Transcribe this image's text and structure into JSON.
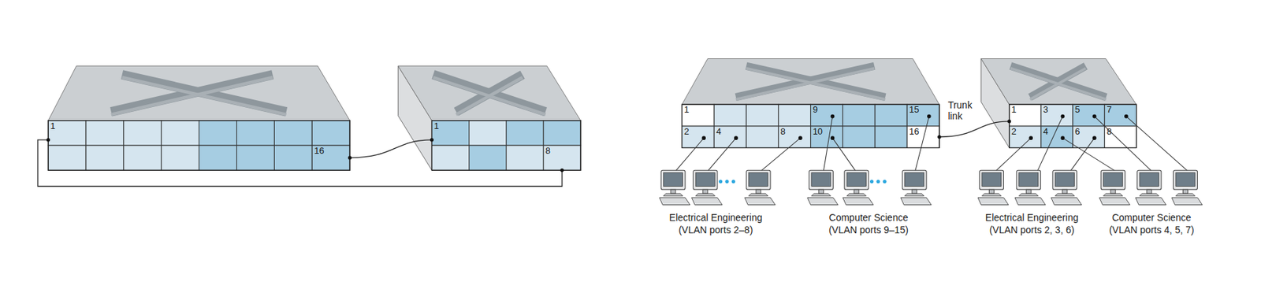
{
  "diagram": {
    "nodes": [
      {
        "text": [
          "1"
        ]
      },
      {
        "text": [
          "16"
        ]
      },
      {
        "text": [
          "1"
        ]
      },
      {
        "text": [
          "8"
        ]
      },
      {
        "text": [
          "1"
        ]
      },
      {
        "text": [
          "9"
        ]
      },
      {
        "text": [
          "15"
        ]
      },
      {
        "text": [
          "2"
        ]
      },
      {
        "text": [
          "4"
        ]
      },
      {
        "text": [
          "8"
        ]
      },
      {
        "text": [
          "10"
        ]
      },
      {
        "text": [
          "16"
        ]
      },
      {
        "text": [
          "1"
        ]
      },
      {
        "text": [
          "3"
        ]
      },
      {
        "text": [
          "5"
        ]
      },
      {
        "text": [
          "7"
        ]
      },
      {
        "text": [
          "2"
        ]
      },
      {
        "text": [
          "4"
        ]
      },
      {
        "text": [
          "6"
        ]
      },
      {
        "text": [
          "8"
        ]
      }
    ],
    "edges": [
      {
        "from": 0,
        "to": 3,
        "arrow": "none"
      },
      {
        "from": 1,
        "to": 2,
        "arrow": "none"
      },
      {
        "from": 11,
        "to": 12,
        "label": "Trunk link",
        "arrow": "none"
      }
    ],
    "labels": [
      "Electrical Engineering",
      "(VLAN ports 2–8)",
      "Computer Science",
      "(VLAN ports 9–15)",
      "Electrical Engineering",
      "(VLAN ports 2, 3, 6)",
      "Computer Science",
      "(VLAN ports 4, 5, 7)"
    ]
  }
}
